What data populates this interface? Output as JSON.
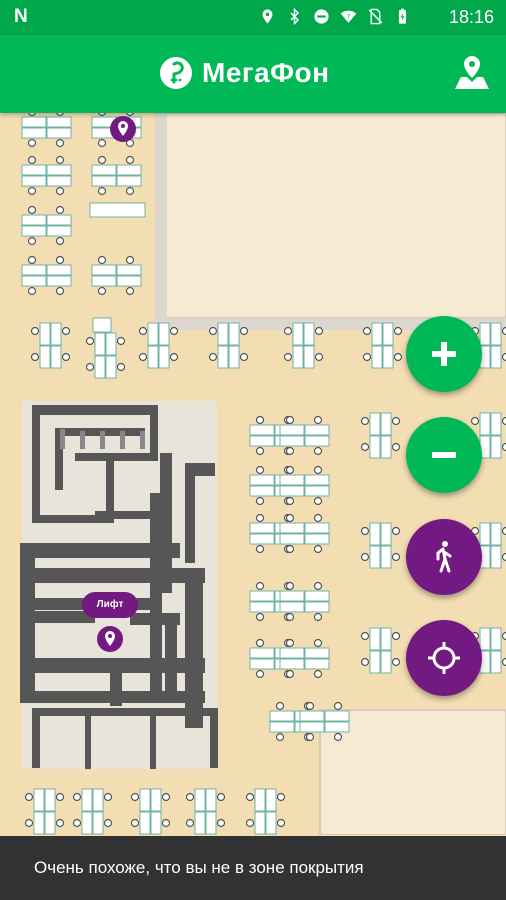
{
  "status_bar": {
    "time": "18:16",
    "icons": [
      "n-notification-icon",
      "location-icon",
      "bluetooth-icon",
      "do-not-disturb-icon",
      "wifi-icon",
      "no-sim-icon",
      "battery-icon"
    ]
  },
  "header": {
    "brand": "МегаФон",
    "brand_color": "#00b956",
    "map_button_icon": "map-pin-icon"
  },
  "map": {
    "lift_label": "Лифт",
    "pin_color": "#731982"
  },
  "controls": {
    "zoom_in_icon": "plus-icon",
    "zoom_out_icon": "minus-icon",
    "walk_icon": "walking-person-icon",
    "locate_icon": "crosshair-icon"
  },
  "snackbar": {
    "message": "Очень похоже, что вы не в зоне покрытия"
  }
}
